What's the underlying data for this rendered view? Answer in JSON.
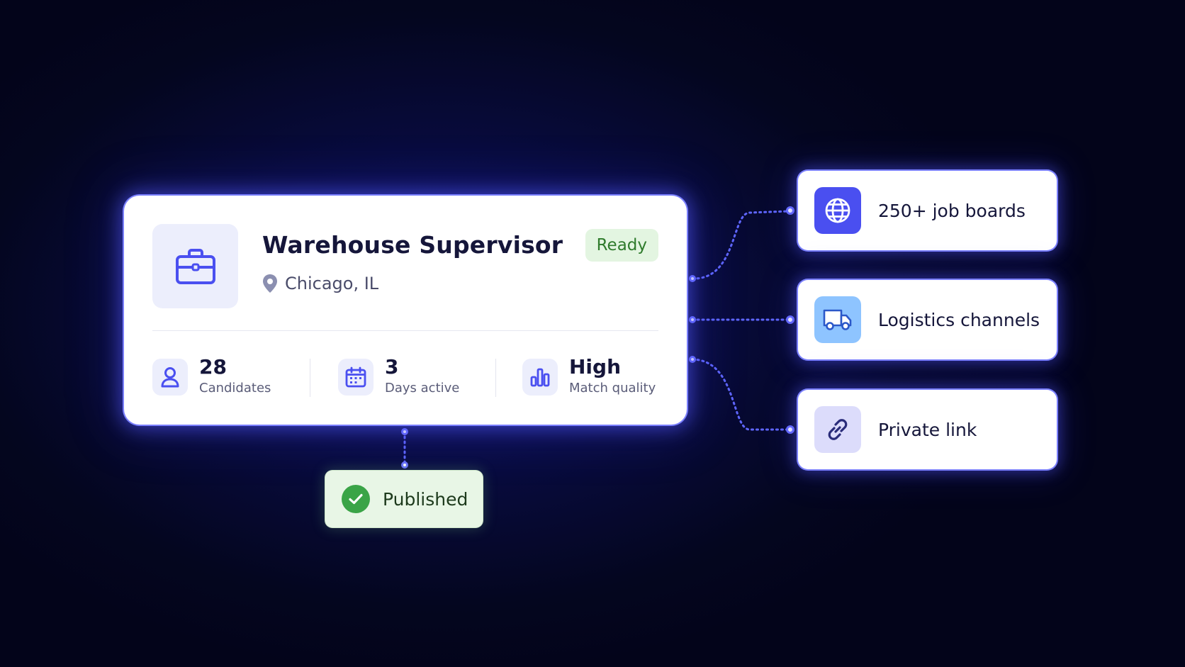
{
  "job_card": {
    "title": "Warehouse Supervisor",
    "location": "Chicago, IL",
    "status": "Ready",
    "icon": "briefcase-icon",
    "stats": [
      {
        "value": "28",
        "label": "Candidates",
        "icon": "person-icon"
      },
      {
        "value": "3",
        "label": "Days active",
        "icon": "calendar-icon"
      },
      {
        "value": "High",
        "label": "Match quality",
        "icon": "bar-chart-icon"
      }
    ]
  },
  "channels": [
    {
      "label": "250+ job boards",
      "icon": "globe-icon"
    },
    {
      "label": "Logistics channels",
      "icon": "truck-icon"
    },
    {
      "label": "Private link",
      "icon": "link-icon"
    }
  ],
  "published": {
    "label": "Published",
    "icon": "check-circle-icon"
  },
  "colors": {
    "accent": "#4a4ff0",
    "glow": "#7b80ff",
    "ready_bg": "#e3f5e1",
    "ready_text": "#2f7b2c",
    "published_bg": "#e8f6e6",
    "check": "#3aa447",
    "background": "#05072a"
  }
}
